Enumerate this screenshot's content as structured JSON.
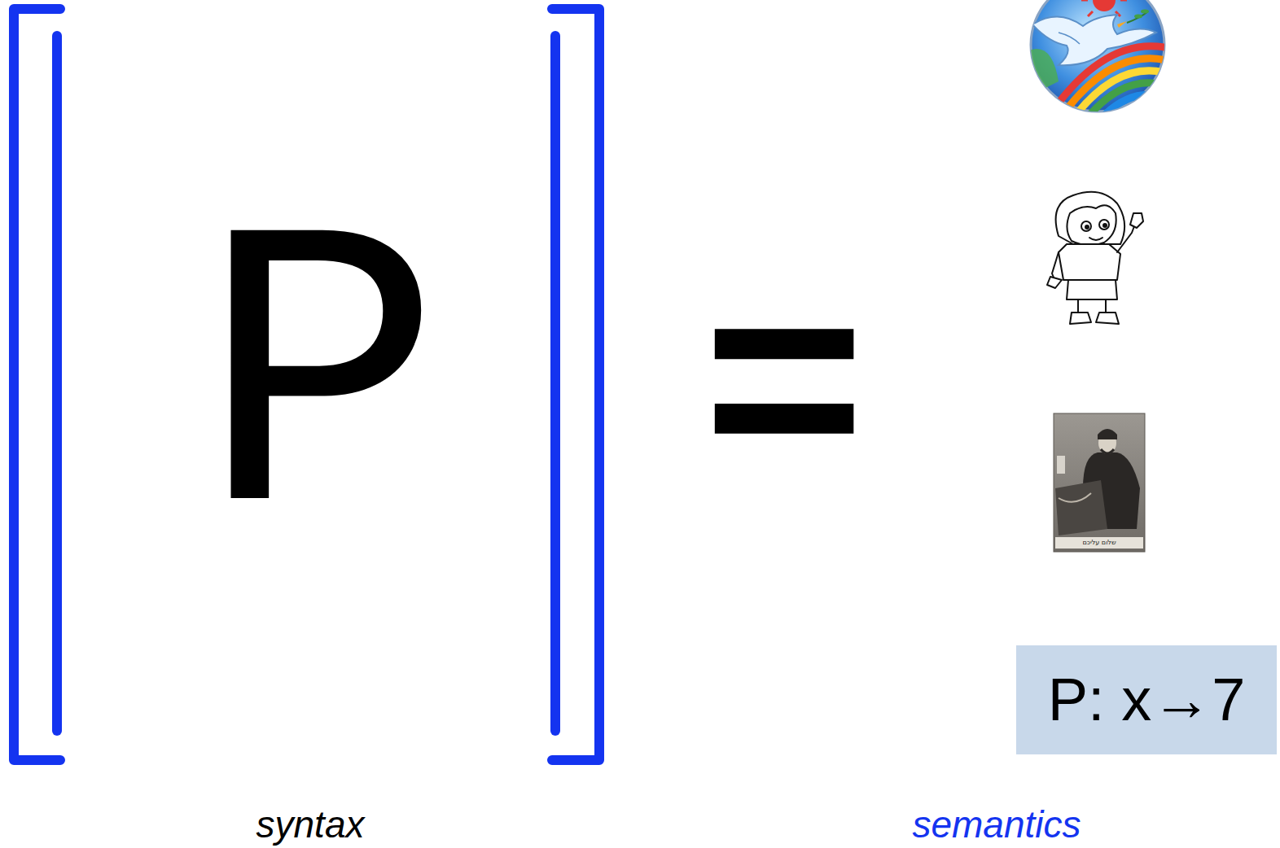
{
  "diagram": {
    "nodes": [
      {
        "text": [
          "P: x→7"
        ]
      }
    ],
    "labels": [
      "P",
      "=",
      "syntax",
      "semantics",
      "שלום עליכם"
    ]
  }
}
